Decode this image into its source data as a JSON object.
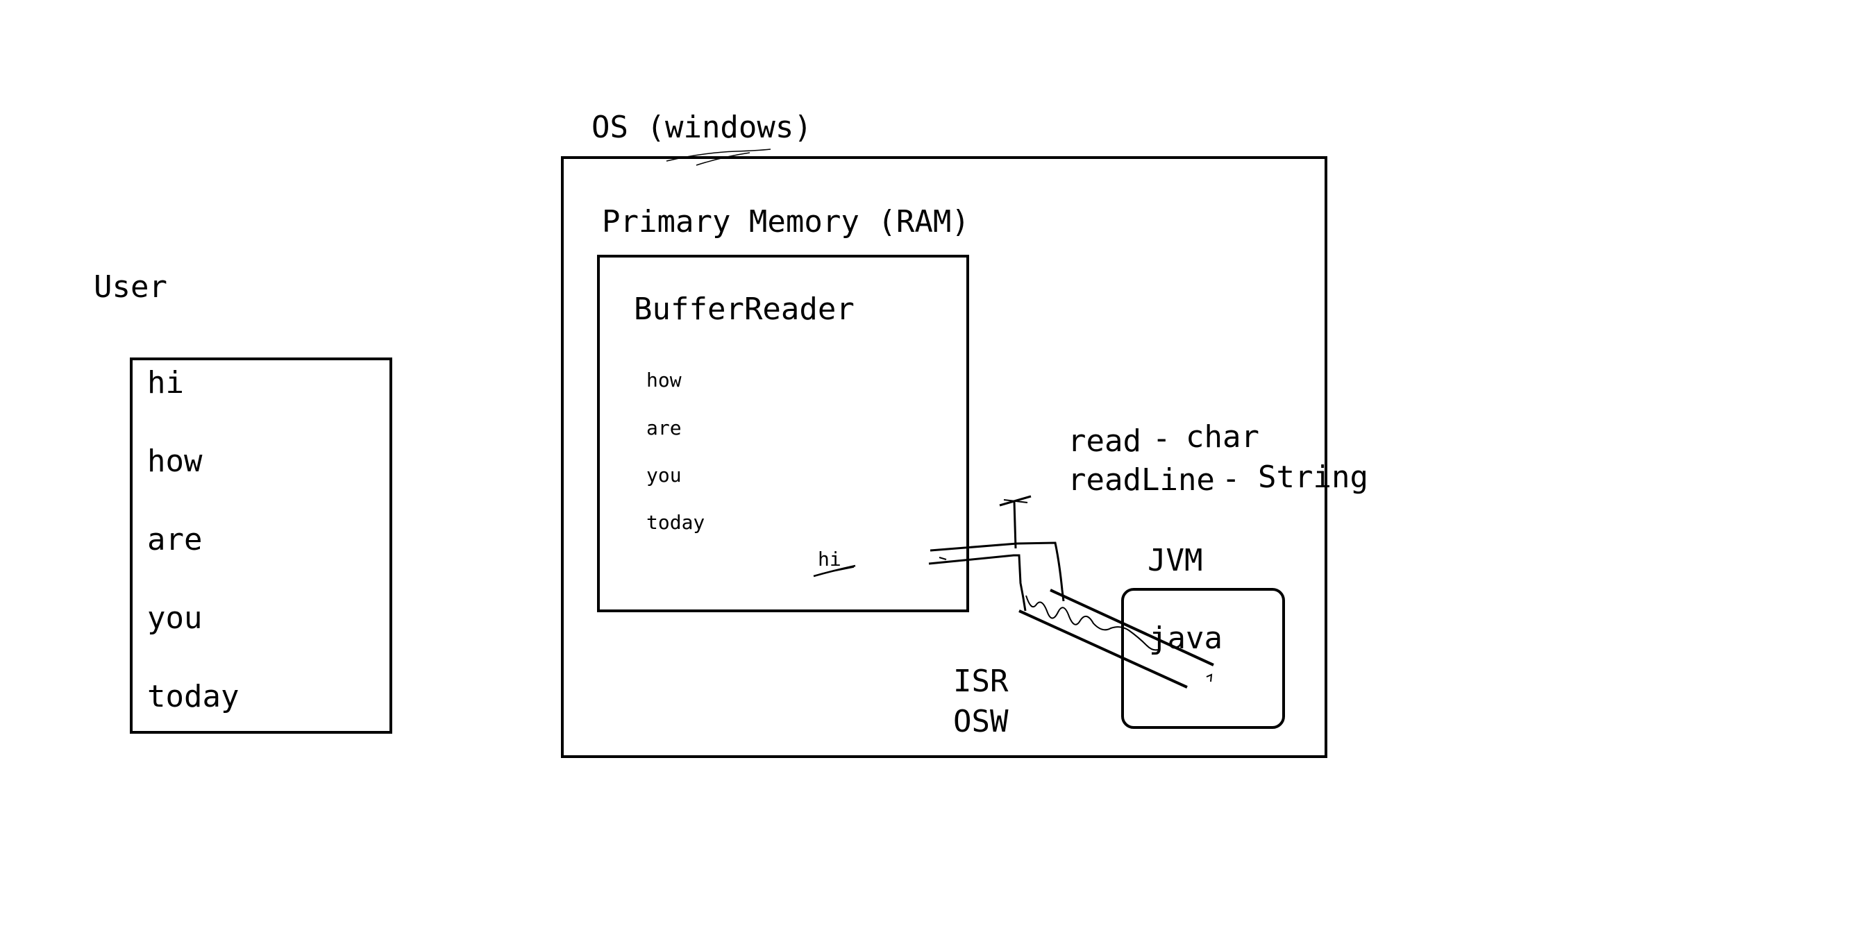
{
  "user": {
    "title": "User",
    "lines": [
      "hi",
      "how",
      "are",
      "you",
      "today"
    ]
  },
  "os": {
    "title": "OS (windows)"
  },
  "ram": {
    "title": "Primary Memory (RAM)"
  },
  "buffer_reader": {
    "title": "BufferReader",
    "lines": [
      "how",
      "are",
      "you",
      "today"
    ],
    "current": "hi"
  },
  "methods": {
    "read": "read",
    "read_dash": "-",
    "read_type": "char",
    "readline": "readLine",
    "readline_dash": "-",
    "readline_type": "String"
  },
  "jvm": {
    "title": "JVM",
    "program": "java"
  },
  "streams": {
    "isr": "ISR",
    "osw": "OSW"
  }
}
